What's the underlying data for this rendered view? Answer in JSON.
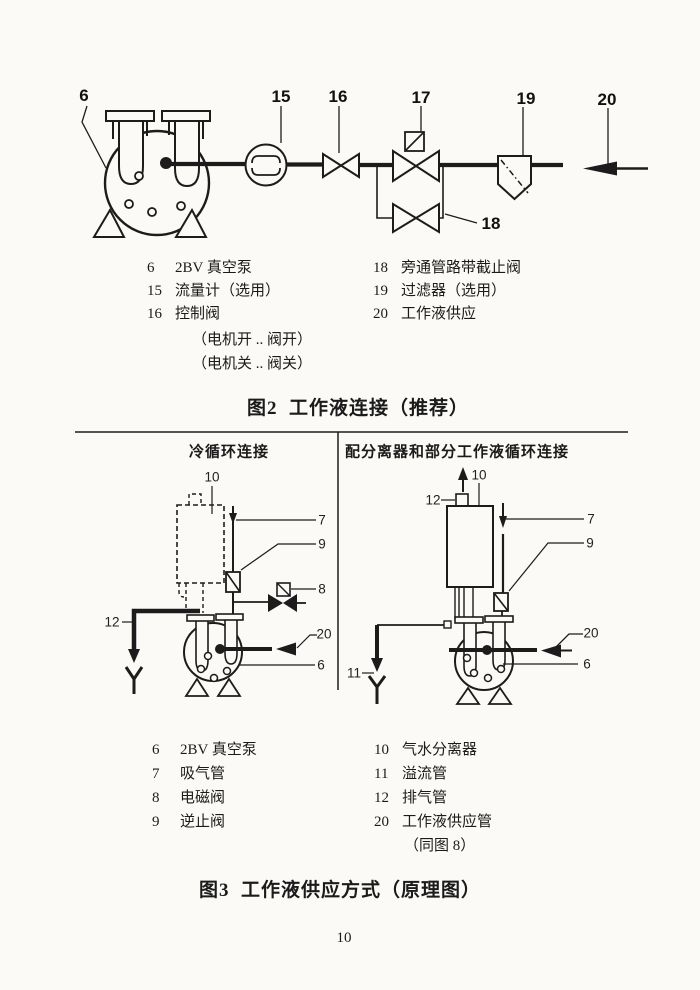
{
  "page": {
    "number": "10"
  },
  "fig2": {
    "caption": "图2  工作液连接（推荐）",
    "labels": {
      "n6": "6",
      "n15": "15",
      "n16": "16",
      "n17": "17",
      "n18": "18",
      "n19": "19",
      "n20": "20"
    },
    "legend_left": [
      {
        "num": "6",
        "text": "2BV 真空泵"
      },
      {
        "num": "15",
        "text": "流量计（选用）"
      },
      {
        "num": "16",
        "text": "控制阀"
      },
      {
        "num": "",
        "text": "（电机开 .. 阀开）"
      },
      {
        "num": "",
        "text": "（电机关 .. 阀关）"
      }
    ],
    "legend_right": [
      {
        "num": "18",
        "text": "旁通管路带截止阀"
      },
      {
        "num": "19",
        "text": "过滤器（选用）"
      },
      {
        "num": "20",
        "text": "工作液供应"
      }
    ]
  },
  "fig3": {
    "caption": "图3  工作液供应方式（原理图）",
    "left_header": "冷循环连接",
    "right_header": "配分离器和部分工作液循环连接",
    "left_labels": {
      "n10": "10",
      "n7": "7",
      "n9": "9",
      "n8": "8",
      "n12": "12",
      "n20": "20",
      "n6": "6"
    },
    "right_labels": {
      "n10": "10",
      "n12": "12",
      "n7": "7",
      "n9": "9",
      "n20": "20",
      "n11": "11",
      "n6": "6"
    },
    "legend_left": [
      {
        "num": "6",
        "text": "2BV 真空泵"
      },
      {
        "num": "7",
        "text": "吸气管"
      },
      {
        "num": "8",
        "text": "电磁阀"
      },
      {
        "num": "9",
        "text": "逆止阀"
      }
    ],
    "legend_right": [
      {
        "num": "10",
        "text": "气水分离器"
      },
      {
        "num": "11",
        "text": "溢流管"
      },
      {
        "num": "12",
        "text": "排气管"
      },
      {
        "num": "20",
        "text": "工作液供应管"
      },
      {
        "num": "",
        "text": "（同图 8）"
      }
    ]
  }
}
